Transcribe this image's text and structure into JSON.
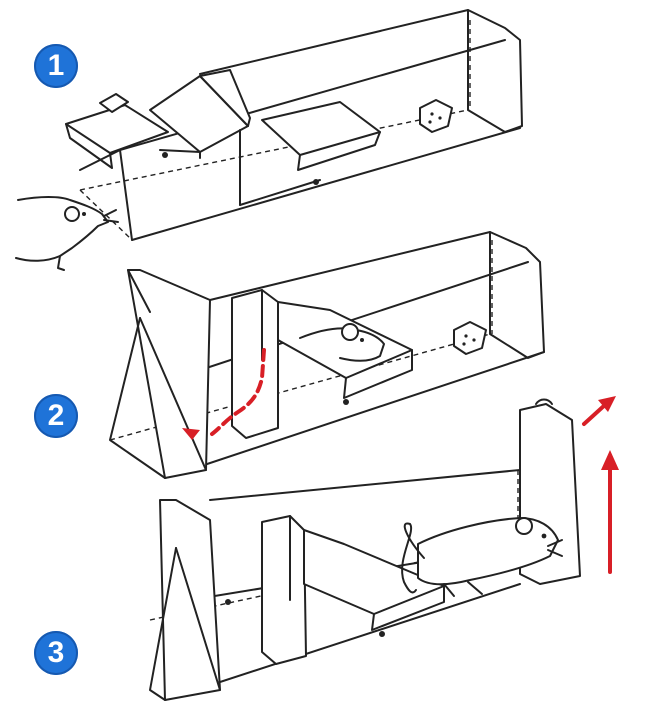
{
  "steps": [
    {
      "number": "1",
      "badge_color": "#1f73d8",
      "stage": "mouse-enters-trap"
    },
    {
      "number": "2",
      "badge_color": "#1f73d8",
      "stage": "mouse-steps-on-pedal-door-closes"
    },
    {
      "number": "3",
      "badge_color": "#1f73d8",
      "stage": "mouse-released-rear-door-lifted"
    }
  ],
  "colors": {
    "outline": "#222222",
    "arrow": "#d81f26",
    "background": "#ffffff"
  },
  "icons": [
    "mouse-icon",
    "bait-icon",
    "red-arrow-icon"
  ]
}
